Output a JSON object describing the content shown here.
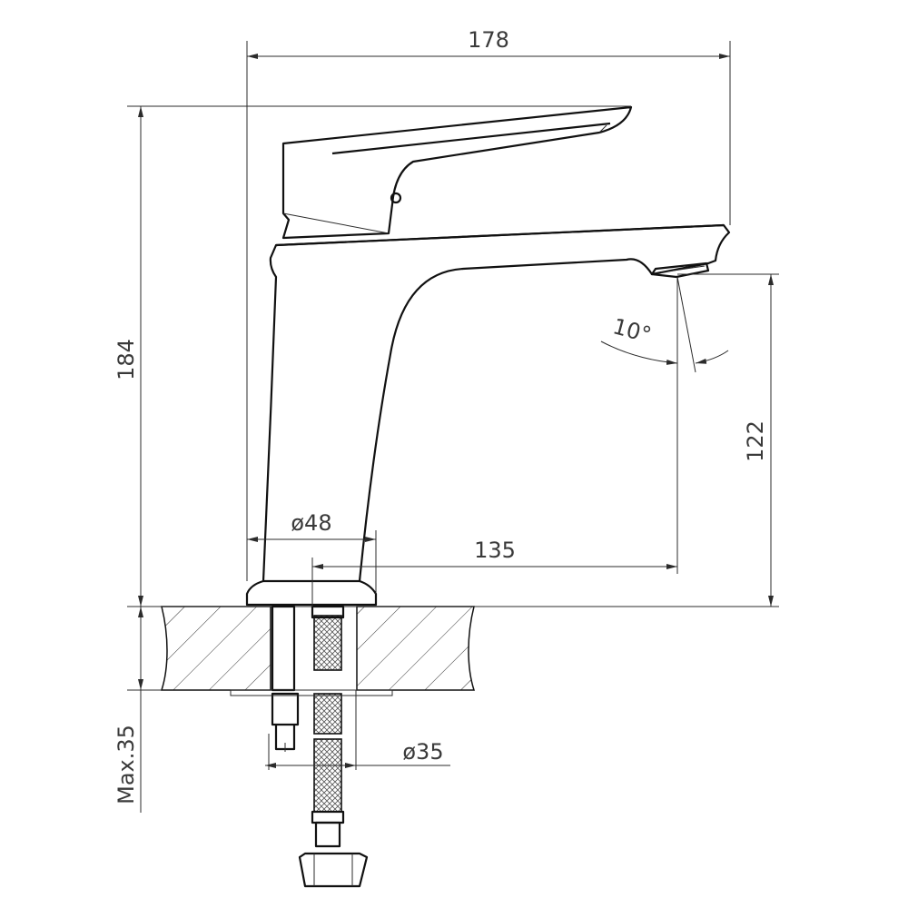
{
  "dimensions": {
    "width_total": "178",
    "height_total": "184",
    "spout_height": "122",
    "spout_reach": "135",
    "base_diameter": "ø48",
    "hole_diameter": "ø35",
    "max_thickness": "Max.35",
    "spout_angle": "10°"
  },
  "colors": {
    "line": "#111111",
    "dimension": "#2b2b2b",
    "background": "#ffffff"
  }
}
